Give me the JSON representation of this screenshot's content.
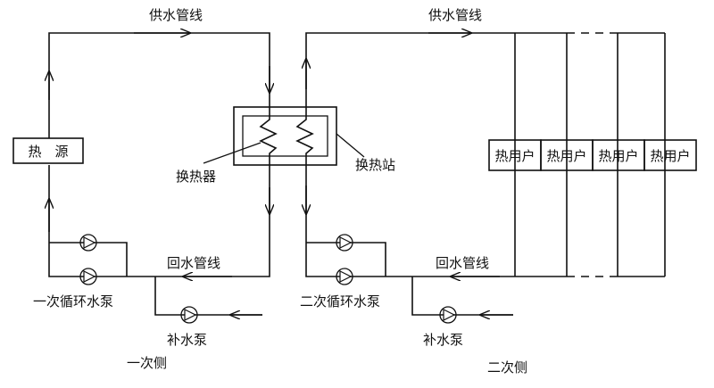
{
  "primary": {
    "supply_line": "供水管线",
    "return_line": "回水管线",
    "heat_source": "热　源",
    "circulation_pump": "一次循环水泵",
    "makeup_pump": "补水泵",
    "side_label": "一次侧"
  },
  "station": {
    "exchanger": "换热器",
    "station_name": "换热站"
  },
  "secondary": {
    "supply_line": "供水管线",
    "return_line": "回水管线",
    "circulation_pump": "二次循环水泵",
    "makeup_pump": "补水泵",
    "side_label": "二次侧",
    "users": [
      "热用户",
      "热用户",
      "热用户",
      "热用户"
    ]
  }
}
